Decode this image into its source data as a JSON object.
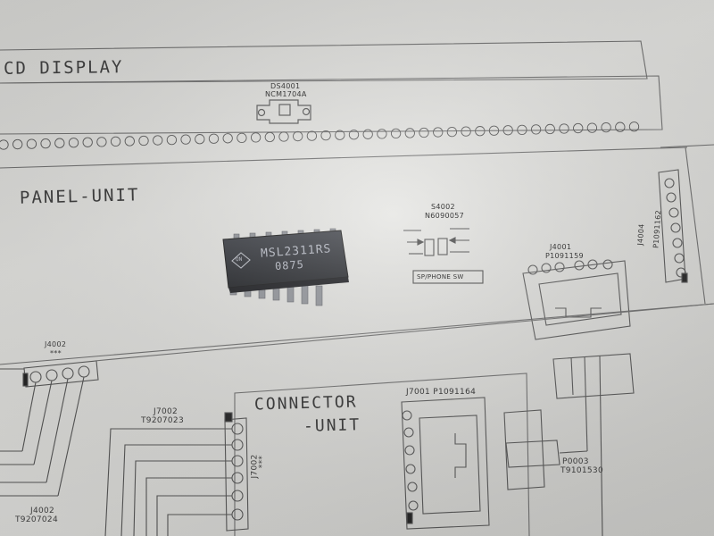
{
  "schematic": {
    "lcd_title": "CD DISPLAY",
    "ds_ref": "DS4001",
    "ds_part": "NCM1704A",
    "panel_title": "PANEL-UNIT",
    "s4002_ref": "S4002",
    "s4002_part": "N6090057",
    "sw_label": "SP/PHONE SW",
    "j4001_ref": "J4001",
    "j4001_part": "P1091159",
    "j4004_ref": "J4004",
    "j4004_part": "P1091162",
    "j4002_ref": "J4002",
    "j4002_stars": "***",
    "j4002b_ref": "J4002",
    "j4002b_part": "T9207024",
    "j7002_ref": "J7002",
    "j7002_part": "T9207023",
    "j7002v_ref": "J7002",
    "j7002v_stars": "***",
    "connector_title": "CONNECTOR",
    "connector_sub": "-UNIT",
    "j7001_label": "J7001 P1091164",
    "p0003_ref": "P0003",
    "p0003_part": "T9101530"
  },
  "chip": {
    "logo": "ON",
    "part_number": "MSL2311RS",
    "date_code": "0875"
  }
}
